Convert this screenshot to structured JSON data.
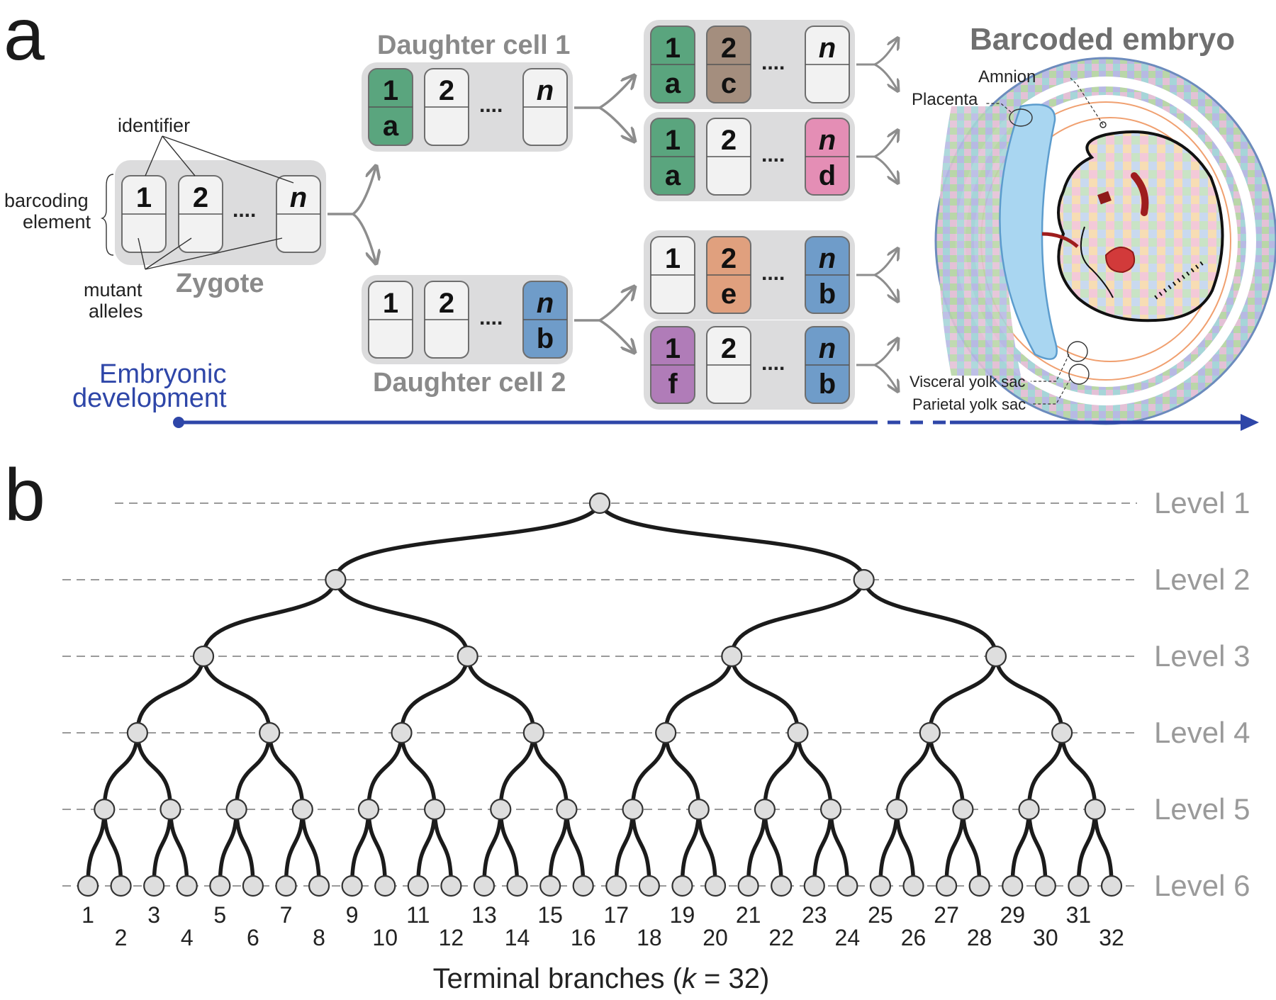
{
  "panel_a": {
    "panel_letter": "a",
    "zygote": {
      "title": "Zygote",
      "elements": [
        {
          "id": "1",
          "allele": "",
          "color": ""
        },
        {
          "id": "2",
          "allele": "",
          "color": ""
        },
        {
          "id": "n",
          "allele": "",
          "color": ""
        }
      ]
    },
    "ellipsis": "....",
    "annotations": {
      "identifier": "identifier",
      "barcoding_line1": "barcoding",
      "barcoding_line2": "element",
      "mutant_line1": "mutant",
      "mutant_line2": "alleles"
    },
    "daughter1": {
      "title": "Daughter cell 1",
      "elements": [
        {
          "id": "1",
          "allele": "a",
          "color": "#5aa57e"
        },
        {
          "id": "2",
          "allele": "",
          "color": ""
        },
        {
          "id": "n",
          "allele": "",
          "color": ""
        }
      ]
    },
    "daughter2": {
      "title": "Daughter cell 2",
      "elements": [
        {
          "id": "1",
          "allele": "",
          "color": ""
        },
        {
          "id": "2",
          "allele": "",
          "color": ""
        },
        {
          "id": "n",
          "allele": "b",
          "color": "#6f9cc9"
        }
      ]
    },
    "grandchildren": [
      {
        "elements": [
          {
            "id": "1",
            "allele": "a",
            "color": "#5aa57e"
          },
          {
            "id": "2",
            "allele": "c",
            "color": "#a48e7e"
          },
          {
            "id": "n",
            "allele": "",
            "color": ""
          }
        ]
      },
      {
        "elements": [
          {
            "id": "1",
            "allele": "a",
            "color": "#5aa57e"
          },
          {
            "id": "2",
            "allele": "",
            "color": ""
          },
          {
            "id": "n",
            "allele": "d",
            "color": "#e48eb5"
          }
        ]
      },
      {
        "elements": [
          {
            "id": "1",
            "allele": "",
            "color": ""
          },
          {
            "id": "2",
            "allele": "e",
            "color": "#e0a07e"
          },
          {
            "id": "n",
            "allele": "b",
            "color": "#6f9cc9"
          }
        ]
      },
      {
        "elements": [
          {
            "id": "1",
            "allele": "f",
            "color": "#b07cb8"
          },
          {
            "id": "2",
            "allele": "",
            "color": ""
          },
          {
            "id": "n",
            "allele": "b",
            "color": "#6f9cc9"
          }
        ]
      }
    ],
    "embryo": {
      "title": "Barcoded embryo",
      "labels": {
        "amnion": "Amnion",
        "placenta": "Placenta",
        "visceral": "Visceral yolk sac",
        "parietal": "Parietal yolk sac"
      }
    },
    "timeline": {
      "label_line1": "Embryonic",
      "label_line2": "development",
      "color": "#2e46a8"
    }
  },
  "panel_b": {
    "panel_letter": "b",
    "levels": [
      "Level 1",
      "Level 2",
      "Level 3",
      "Level 4",
      "Level 5",
      "Level 6"
    ],
    "terminal_labels": [
      "1",
      "2",
      "3",
      "4",
      "5",
      "6",
      "7",
      "8",
      "9",
      "10",
      "11",
      "12",
      "13",
      "14",
      "15",
      "16",
      "17",
      "18",
      "19",
      "20",
      "21",
      "22",
      "23",
      "24",
      "25",
      "26",
      "27",
      "28",
      "29",
      "30",
      "31",
      "32"
    ],
    "axis_label_prefix": "Terminal branches (",
    "axis_label_k": "k",
    "axis_label_suffix": " = 32)"
  }
}
